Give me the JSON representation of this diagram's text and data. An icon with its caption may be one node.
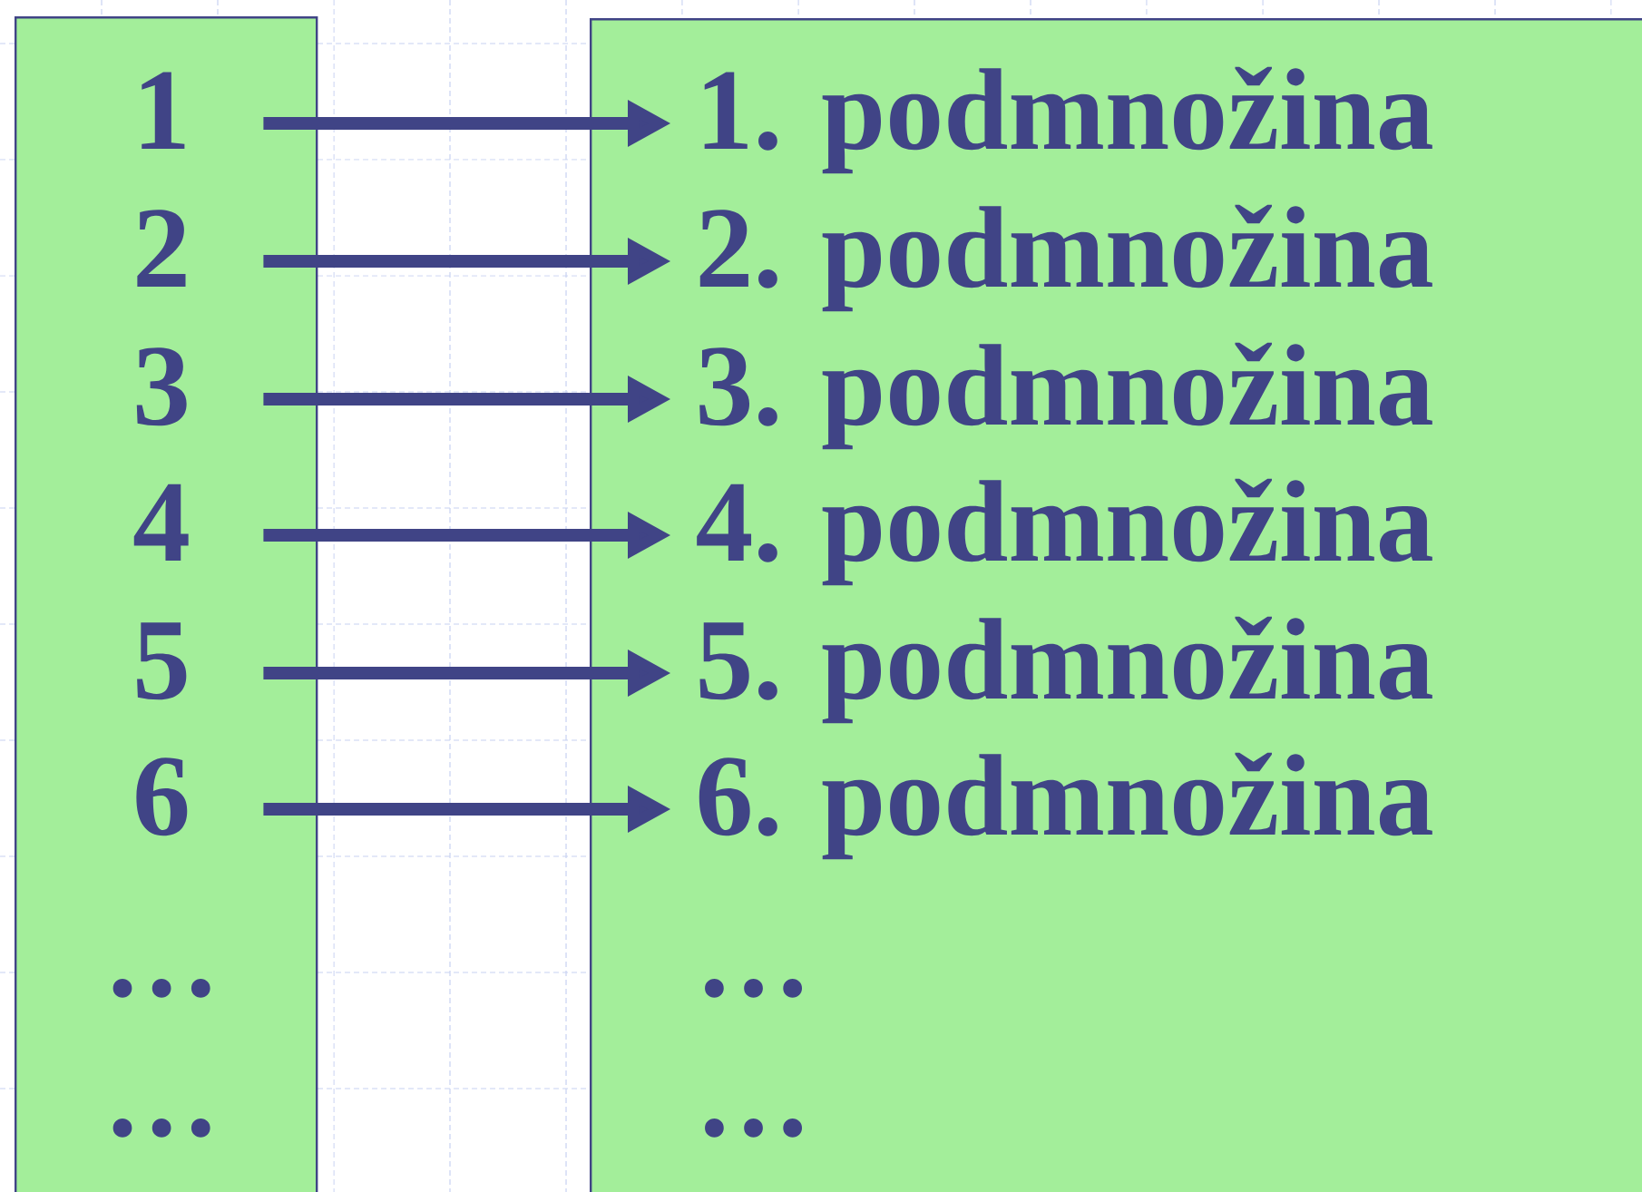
{
  "diagram": {
    "nodes": [
      {
        "text": [],
        "shape": "box"
      },
      {
        "text": [
          "1"
        ],
        "in": 0
      },
      {
        "text": [
          "2"
        ],
        "in": 0
      },
      {
        "text": [
          "3"
        ],
        "in": 0
      },
      {
        "text": [
          "4"
        ],
        "in": 0
      },
      {
        "text": [
          "5"
        ],
        "in": 0
      },
      {
        "text": [
          "6"
        ],
        "in": 0
      },
      {
        "text": [
          "…"
        ],
        "in": 0
      },
      {
        "text": [
          "…"
        ],
        "in": 0
      },
      {
        "text": [],
        "shape": "box"
      },
      {
        "text": [
          "1. podmnožina"
        ],
        "in": 9
      },
      {
        "text": [
          "2. podmnožina"
        ],
        "in": 9
      },
      {
        "text": [
          "3. podmnožina"
        ],
        "in": 9
      },
      {
        "text": [
          "4. podmnožina"
        ],
        "in": 9
      },
      {
        "text": [
          "5. podmnožina"
        ],
        "in": 9
      },
      {
        "text": [
          "6. podmnožina"
        ],
        "in": 9
      },
      {
        "text": [
          "…"
        ],
        "in": 9
      },
      {
        "text": [
          "…"
        ],
        "in": 9
      }
    ],
    "edges": [
      {
        "from": 1,
        "to": 10,
        "arrow": "to"
      },
      {
        "from": 2,
        "to": 11,
        "arrow": "to"
      },
      {
        "from": 3,
        "to": 12,
        "arrow": "to"
      },
      {
        "from": 4,
        "to": 13,
        "arrow": "to"
      },
      {
        "from": 5,
        "to": 14,
        "arrow": "to"
      },
      {
        "from": 6,
        "to": 15,
        "arrow": "to"
      }
    ]
  }
}
